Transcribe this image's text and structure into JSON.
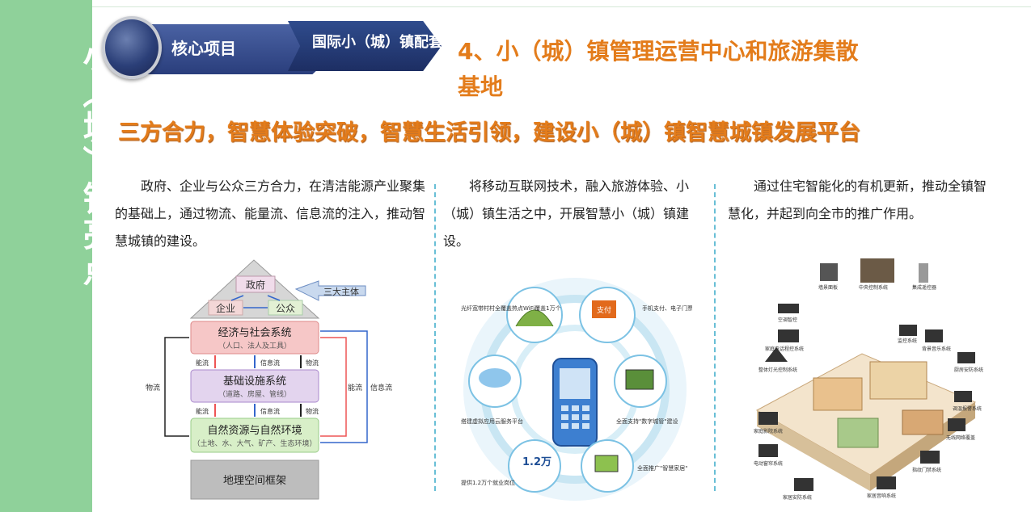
{
  "side_title": "小（城）镇亮点",
  "banner": {
    "core_label": "核心项目",
    "sub_label": "国际小（城）镇配套"
  },
  "section_title": "4、小（城）镇管理运营中心和旅游集散基地",
  "headline": "三方合力，智慧体验突破，智慧生活引领，建设小（城）镇智慧城镇发展平台",
  "columns": [
    {
      "text": "政府、企业与公众三方合力，在清洁能源产业聚集的基础上，通过物流、能量流、信息流的注入，推动智慧城镇的建设。"
    },
    {
      "text": "将移动互联网技术，融入旅游体验、小（城）镇生活之中，开展智慧小（城）镇建设。"
    },
    {
      "text": "通过住宅智能化的有机更新，推动全镇智慧化，并起到向全市的推广作用。"
    }
  ],
  "diagram1": {
    "gov": "政府",
    "biz": "企业",
    "pub": "公众",
    "three": "三大主体",
    "box1_title": "经济与社会系统",
    "box1_sub": "（人口、法人及工具）",
    "box2_title": "基础设施系统",
    "box2_sub": "（道路、房屋、管线）",
    "box3_title": "自然资源与自然环境",
    "box3_sub": "（土地、水、大气、矿产、生态环境）",
    "base": "地理空间框架",
    "energy": "能流",
    "info": "信息流",
    "logistics": "物流"
  },
  "diagram2": {
    "c1": "光纤宽带村村全覆盖热点WiFi覆盖1万个",
    "c2": "手机支付、电子门票",
    "c3": "全面支持\"数字城管\"建设",
    "c4": "全面推广\"智慧家居\"",
    "c5": "提供1.2万个就业岗位",
    "c5_big": "1.2万",
    "c6": "搭建虚拟应用云服务平台",
    "pay": "支付"
  },
  "diagram3": {
    "l1": "墙景面板",
    "l2": "中央控制系统",
    "l3": "集成遥控器",
    "l4": "空调智控",
    "l5": "家庭电话程控系统",
    "l6": "整体灯光控制系统",
    "l7": "家庭影院系统",
    "l8": "电动窗帘系统",
    "l9": "家居安防系统",
    "l10": "家居音响系统",
    "l11": "指纹门禁系统",
    "l12": "无线网络覆盖",
    "l13": "调温报警系统",
    "l14": "厨房安防系统",
    "l15": "背景音乐系统",
    "l16": "监控系统"
  }
}
